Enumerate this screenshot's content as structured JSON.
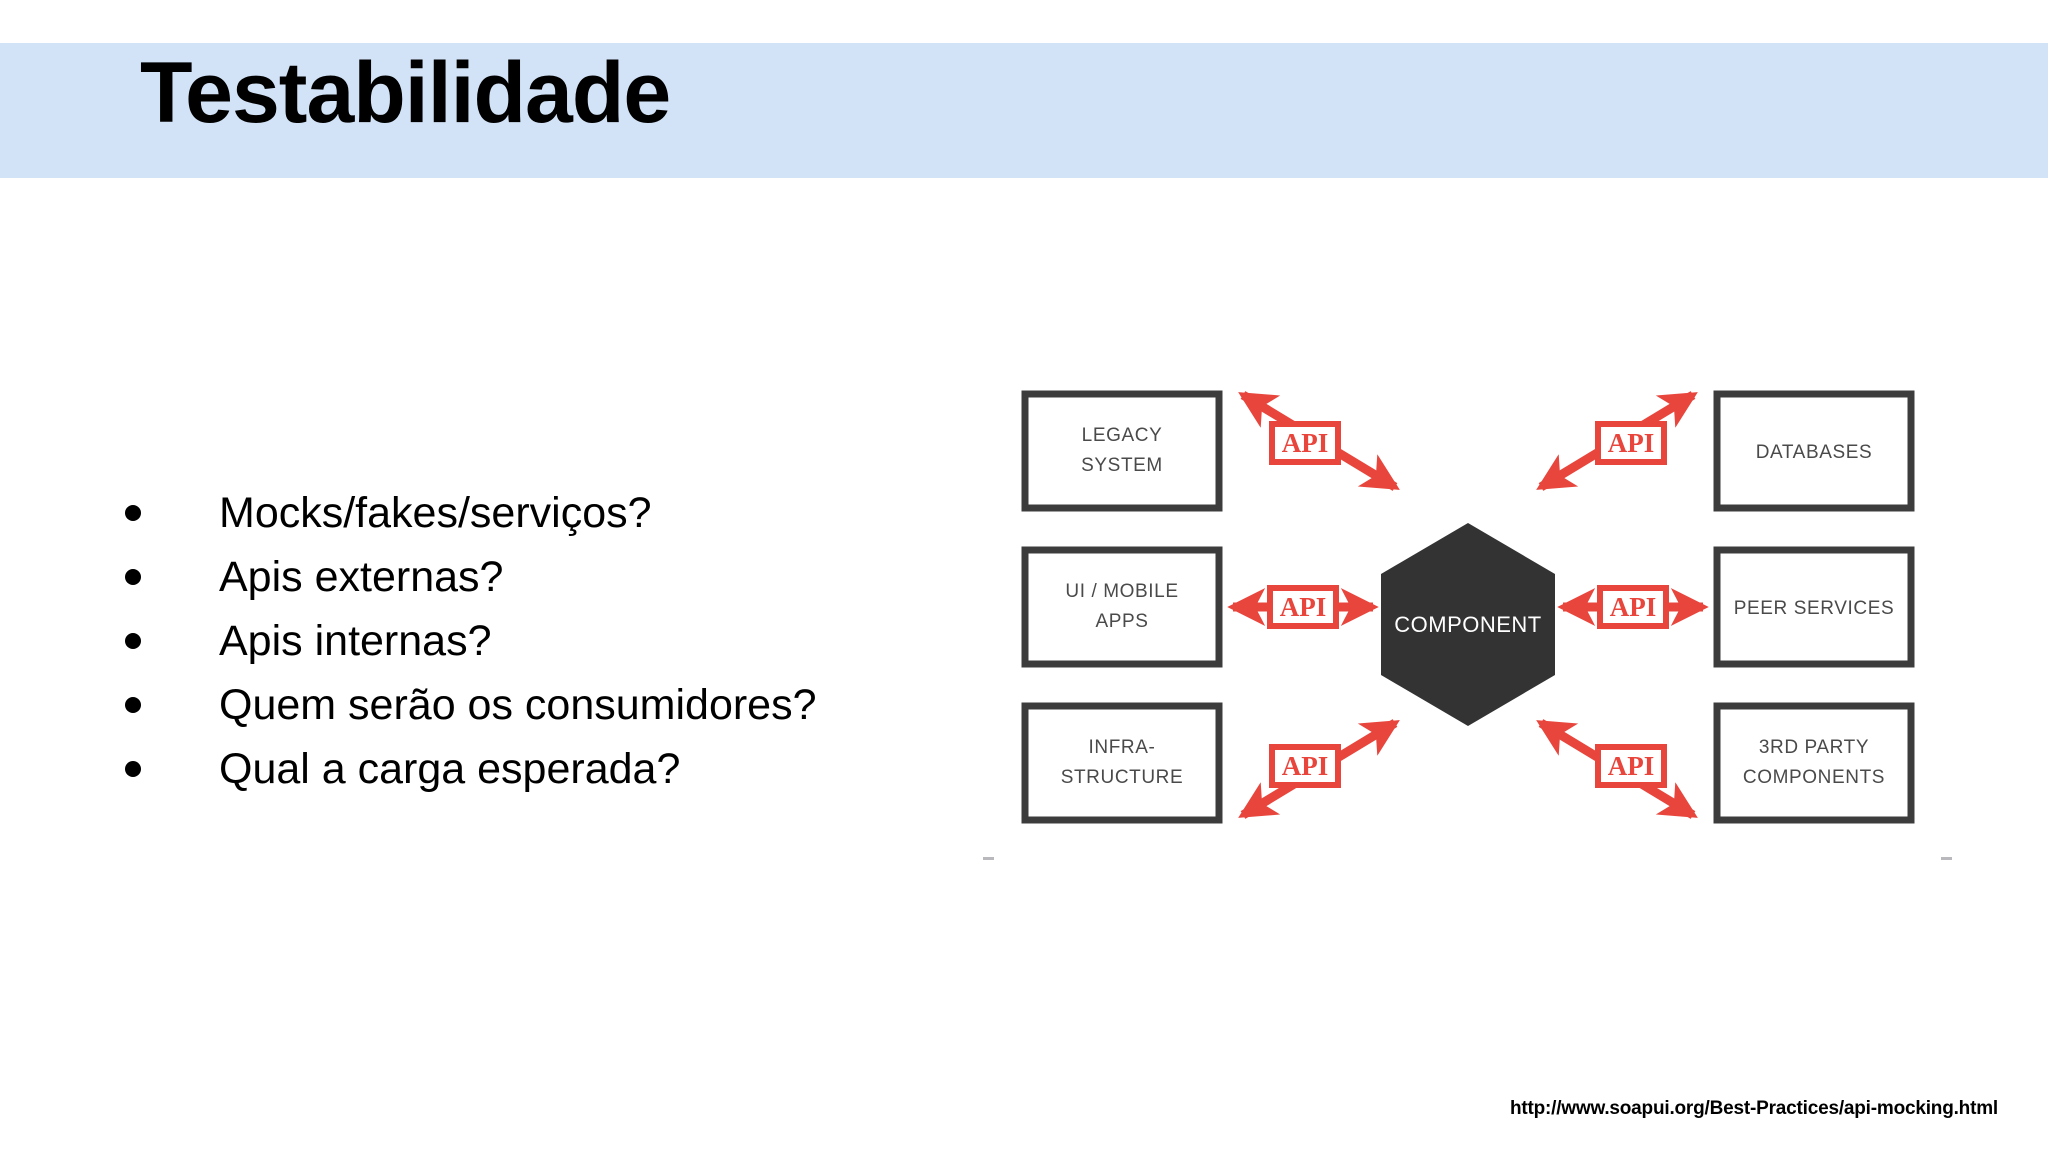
{
  "slide": {
    "title": "Testabilidade",
    "banner_color": "#d2e3f7",
    "background_color": "#ffffff"
  },
  "bullets": [
    {
      "text": "Mocks/fakes/serviços?"
    },
    {
      "text": "Apis externas?"
    },
    {
      "text": "Apis internas?"
    },
    {
      "text": "Quem serão os consumidores?"
    },
    {
      "text": "Qual a carga esperada?"
    }
  ],
  "diagram": {
    "center_label": "COMPONENT",
    "center_fill": "#333333",
    "center_text_color": "#ffffff",
    "accent_color": "#e8453c",
    "box_border_color": "#3c3c3c",
    "box_text_color": "#4a4a4a",
    "api_label": "API",
    "nodes": [
      {
        "id": "legacy-system",
        "lines": [
          "LEGACY",
          "SYSTEM"
        ],
        "position": "top-left"
      },
      {
        "id": "databases",
        "lines": [
          "DATABASES"
        ],
        "position": "top-right"
      },
      {
        "id": "ui-mobile-apps",
        "lines": [
          "UI / MOBILE",
          "APPS"
        ],
        "position": "middle-left"
      },
      {
        "id": "peer-services",
        "lines": [
          "PEER SERVICES"
        ],
        "position": "middle-right"
      },
      {
        "id": "infrastructure",
        "lines": [
          "INFRA-",
          "STRUCTURE"
        ],
        "position": "bottom-left"
      },
      {
        "id": "third-party-components",
        "lines": [
          "3RD PARTY",
          "COMPONENTS"
        ],
        "position": "bottom-right"
      }
    ],
    "connectors": [
      {
        "id": "api-top-left",
        "label": "API"
      },
      {
        "id": "api-top-right",
        "label": "API"
      },
      {
        "id": "api-middle-left",
        "label": "API"
      },
      {
        "id": "api-middle-right",
        "label": "API"
      },
      {
        "id": "api-bottom-left",
        "label": "API"
      },
      {
        "id": "api-bottom-right",
        "label": "API"
      }
    ]
  },
  "footer": {
    "source_url": "http://www.soapui.org/Best-Practices/api-mocking.html"
  }
}
